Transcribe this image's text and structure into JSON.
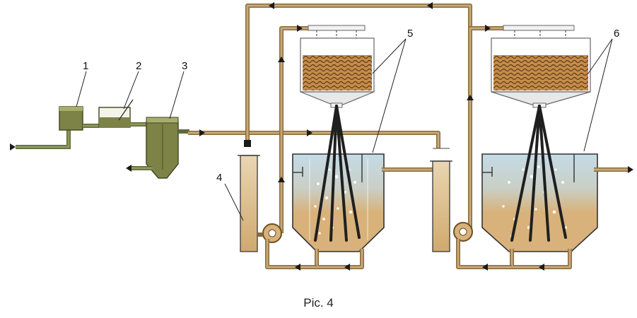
{
  "caption": "Pic. 4",
  "callouts": [
    {
      "id": "1",
      "label": "1"
    },
    {
      "id": "2",
      "label": "2"
    },
    {
      "id": "3",
      "label": "3"
    },
    {
      "id": "4",
      "label": "4"
    },
    {
      "id": "5",
      "label": "5"
    },
    {
      "id": "6",
      "label": "6"
    }
  ],
  "colors": {
    "pipe": "#8a6a3a",
    "pipe_light": "#c7a978",
    "sludge": "#d8b27a",
    "water": "#b9d3e0",
    "pretreatment": "#7d8346",
    "biofilm_media": "#a8733a"
  }
}
